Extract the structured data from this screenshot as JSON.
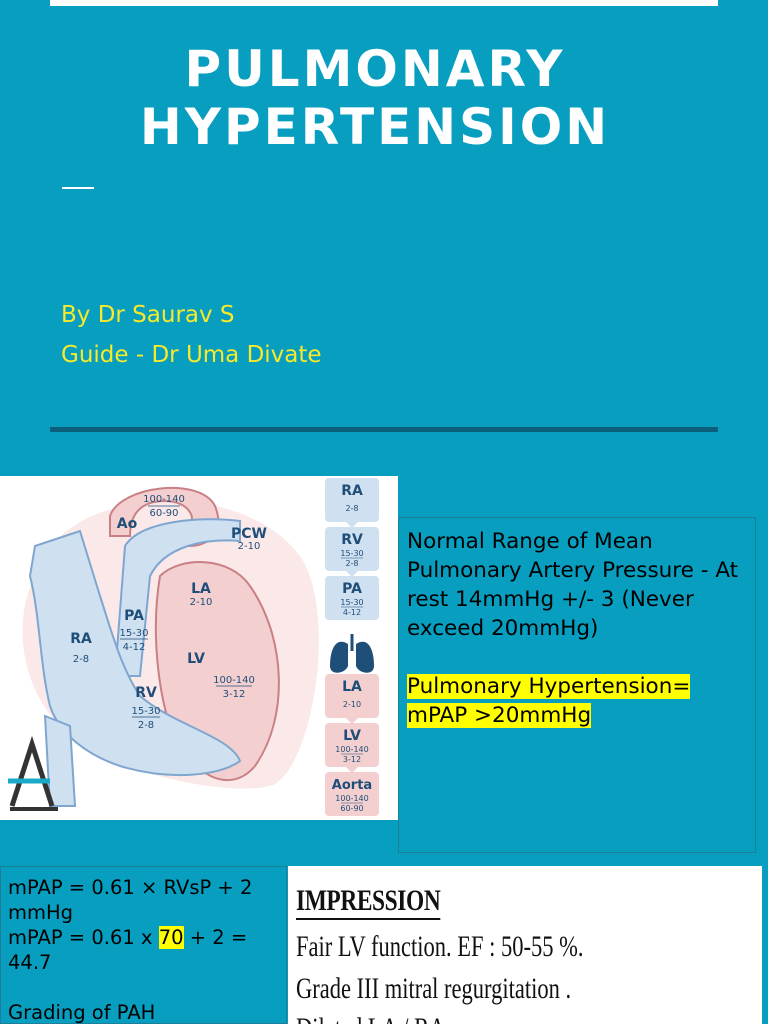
{
  "title": {
    "line1": "PULMONARY",
    "line2": "HYPERTENSION"
  },
  "author": "By Dr Saurav S",
  "guide": "Guide - Dr Uma Divate",
  "diagram": {
    "labels": {
      "ao": "Ao",
      "ao_top": "100-140",
      "ao_bottom": "60-90",
      "pcw": "PCW",
      "pcw_val": "2-10",
      "la": "LA",
      "la_val": "2-10",
      "pa": "PA",
      "pa_top": "15-30",
      "pa_bottom": "4-12",
      "ra": "RA",
      "ra_val": "2-8",
      "lv": "LV",
      "lv_top": "100-140",
      "lv_bottom": "3-12",
      "rv": "RV",
      "rv_top": "15-30",
      "rv_bottom": "2-8"
    },
    "chain": [
      {
        "label": "RA",
        "top": "2-8",
        "bottom": "",
        "color": "blue"
      },
      {
        "label": "RV",
        "top": "15-30",
        "bottom": "2-8",
        "color": "blue"
      },
      {
        "label": "PA",
        "top": "15-30",
        "bottom": "4-12",
        "color": "blue"
      },
      {
        "label": "LA",
        "top": "2-10",
        "bottom": "",
        "color": "red"
      },
      {
        "label": "LV",
        "top": "100-140",
        "bottom": "3-12",
        "color": "red"
      },
      {
        "label": "Aorta",
        "top": "100-140",
        "bottom": "60-90",
        "color": "red"
      }
    ],
    "colors": {
      "blue_fill": "#cfe0f0",
      "blue_stroke": "#7ea6cf",
      "red_fill": "#f3cfd0",
      "red_stroke": "#c98085",
      "text": "#1f4e79"
    }
  },
  "normal_range": {
    "text": "Normal Range of Mean Pulmonary Artery Pressure - At rest 14mmHg +/- 3 (Never exceed 20mmHg)",
    "definition_line1": "Pulmonary Hypertension=",
    "definition_line2": "mPAP >20mmHg"
  },
  "formula": {
    "line1": "mPAP = 0.61 × RVsP + 2 mmHg",
    "line2_prefix": "mPAP = 0.61 x ",
    "line2_value": "70",
    "line2_suffix": " + 2 = 44.7",
    "grading": "Grading of PAH"
  },
  "report": {
    "heading": "IMPRESSION",
    "lines": [
      "Fair LV function. EF : 50-55 %.",
      "Grade III mitral regurgitation .",
      "Dilated LA / RA"
    ]
  },
  "colors": {
    "background": "#079ec0",
    "title": "#ffffff",
    "byline": "#f6ea2a",
    "divider": "#0b5f7b",
    "highlight": "#ffff00"
  }
}
